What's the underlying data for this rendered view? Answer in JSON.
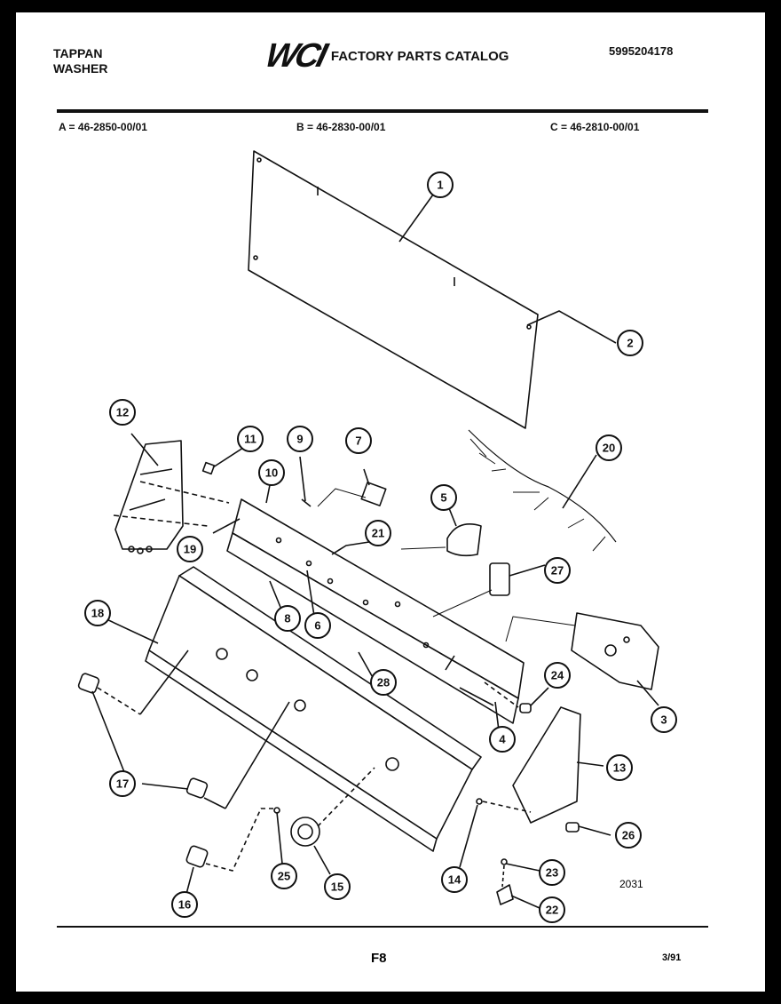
{
  "header": {
    "brand_line1": "TAPPAN",
    "brand_line2": "WASHER",
    "logo": "WCI",
    "catalog_title": "FACTORY PARTS CATALOG",
    "doc_number": "5995204178"
  },
  "models": {
    "a": "A = 46-2850-00/01",
    "b": "B = 46-2830-00/01",
    "c": "C = 46-2810-00/01"
  },
  "footer": {
    "page": "F8",
    "date": "3/91",
    "figure_code": "2031"
  },
  "callouts": [
    "1",
    "2",
    "3",
    "4",
    "5",
    "6",
    "7",
    "8",
    "9",
    "10",
    "11",
    "12",
    "13",
    "14",
    "15",
    "16",
    "17",
    "17",
    "18",
    "19",
    "20",
    "21",
    "22",
    "23",
    "24",
    "25",
    "26",
    "27",
    "28"
  ],
  "icons": [
    "wci-logo"
  ]
}
